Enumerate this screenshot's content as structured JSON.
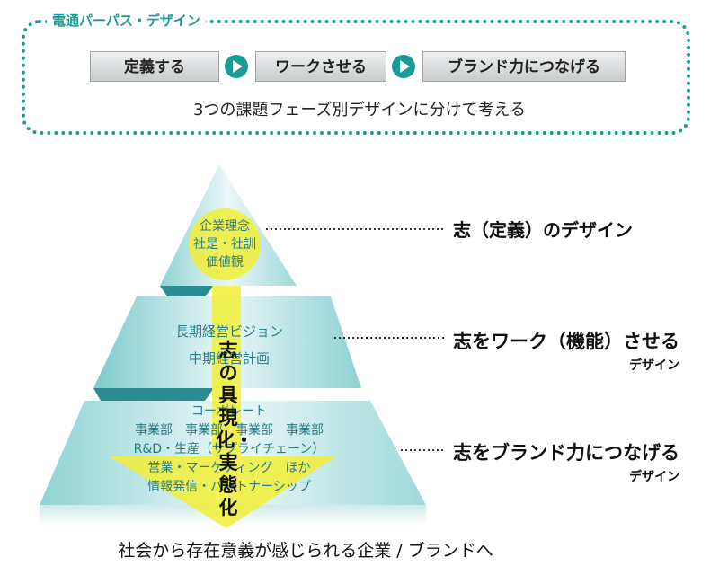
{
  "top_box": {
    "title": "電通パーパス・デザイン",
    "steps": [
      "定義する",
      "ワークさせる",
      "ブランド力につなげる"
    ],
    "subtitle": "3つの課題フェーズ別デザインに分けて考える"
  },
  "pyramid": {
    "top_text": [
      "企業理念",
      "社是・社訓",
      "価値観"
    ],
    "middle_text": [
      "長期経営ビジョン",
      "中期経営計画"
    ],
    "bottom_text": [
      "コーポレート",
      "事業部　事業部　事業部　事業部",
      "R&D・生産（サプライチェーン）",
      "営業・マーケティング　ほか",
      "情報発信・パートナーシップ"
    ],
    "arrow_text": "志の具現化・実態化"
  },
  "labels": {
    "top": "志（定義）のデザイン",
    "middle": "志をワーク（機能）させる",
    "middle_sub": "デザイン",
    "bottom": "志をブランド力につなげる",
    "bottom_sub": "デザイン"
  },
  "bottom_caption": "社会から存在意義が感じられる企業 / ブランドへ",
  "colors": {
    "teal": "#1a9b97",
    "pyramid_light": "#e4f5f5",
    "pyramid_mid": "#bfe6e7",
    "pyramid_shadow": "#2b8d93",
    "yellow": "#f1ee37"
  },
  "icons": [
    "right-arrow-icon",
    "down-arrow-icon"
  ]
}
